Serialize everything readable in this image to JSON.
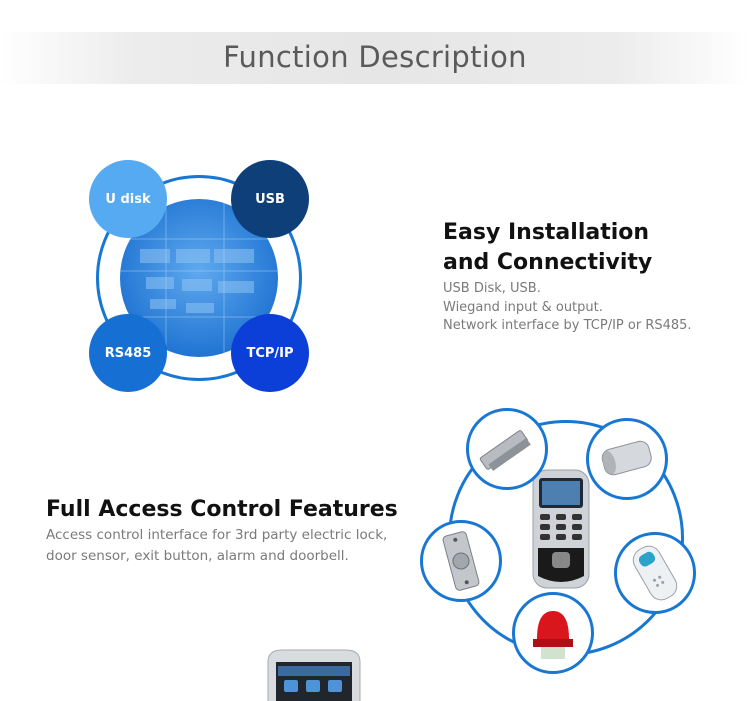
{
  "header": {
    "title": "Function Description"
  },
  "connectivity": {
    "heading_line1": "Easy Installation",
    "heading_line2": "and Connectivity",
    "lines": [
      "USB Disk, USB.",
      "Wiegand input & output.",
      "Network interface by TCP/IP or RS485."
    ],
    "bubbles": {
      "udisk": "U disk",
      "usb": "USB",
      "rs485": "RS485",
      "tcpip": "TCP/IP"
    },
    "colors": {
      "udisk": "#55aaf2",
      "usb": "#0f3f78",
      "rs485": "#1670d4",
      "tcpip": "#0c3ed8",
      "ring": "#1877d2"
    }
  },
  "access": {
    "heading": "Full Access Control Features",
    "lines": [
      "Access control interface for 3rd party electric lock,",
      "door sensor, exit button, alarm and doorbell."
    ]
  },
  "devices": [
    "magnetic-lock-icon",
    "door-sensor-icon",
    "exit-button-icon",
    "fingerprint-terminal-icon",
    "doorbell-icon",
    "alarm-siren-icon"
  ]
}
